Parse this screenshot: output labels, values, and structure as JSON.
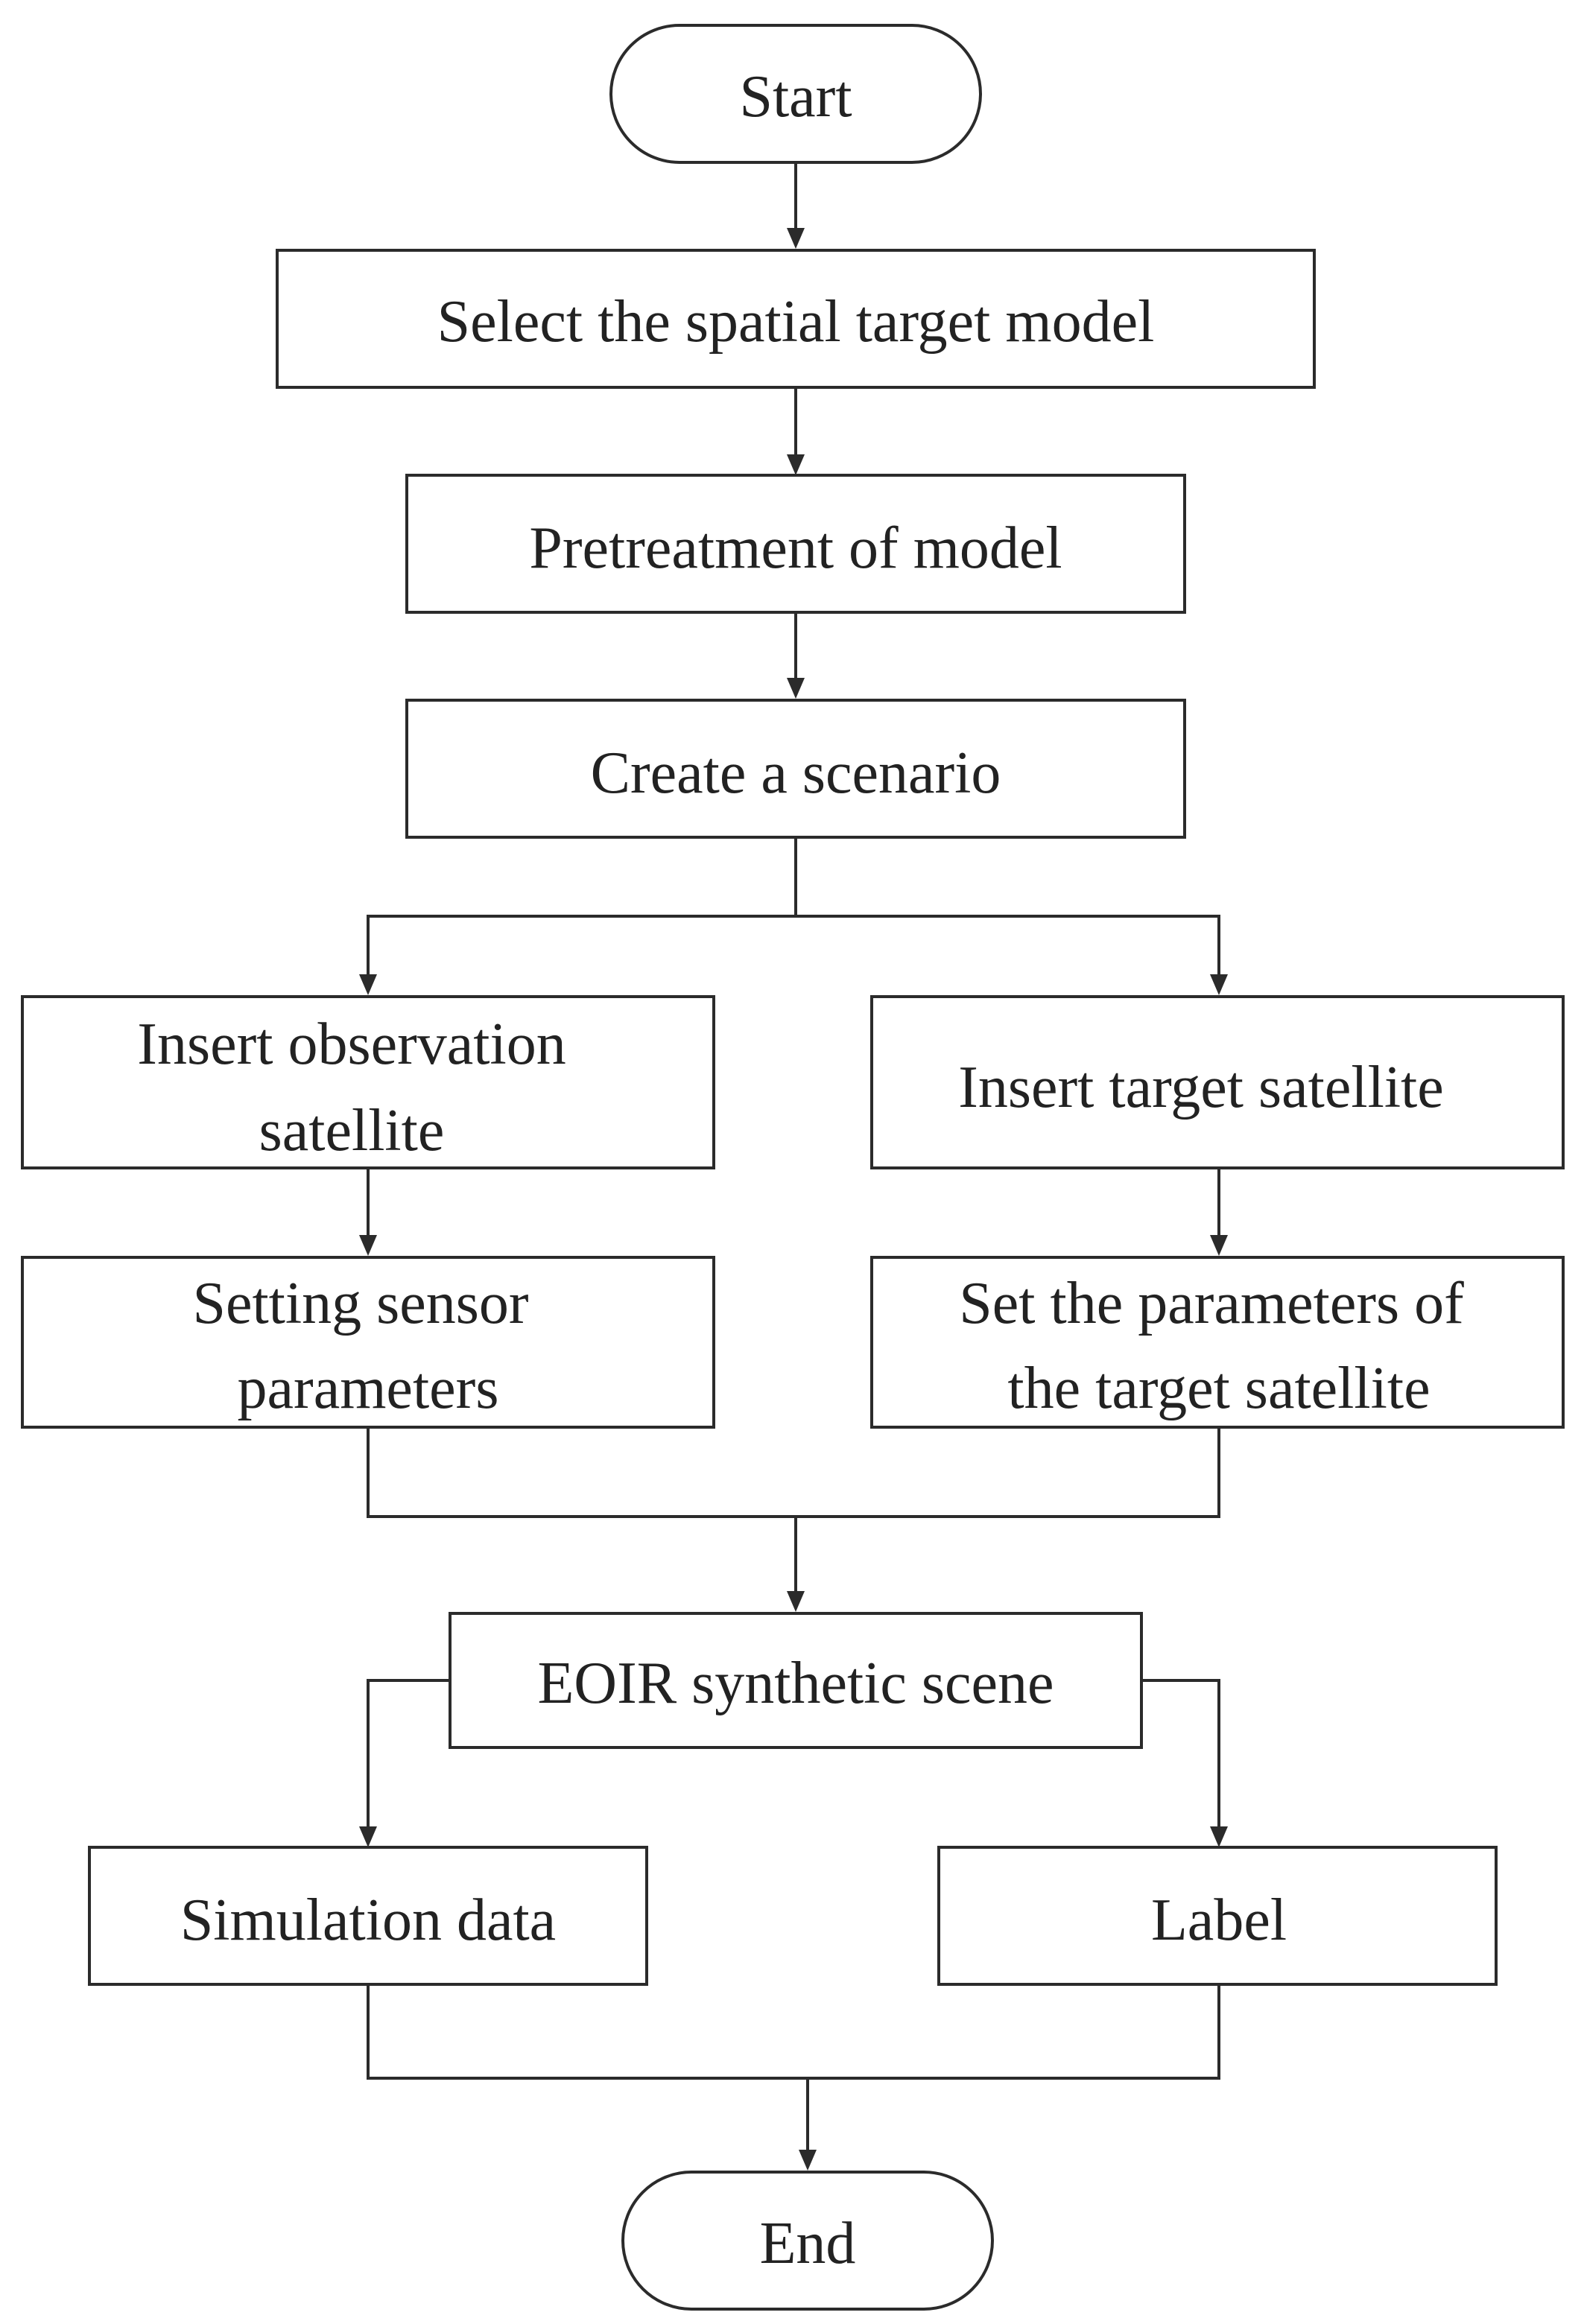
{
  "nodes": {
    "start": {
      "lines": [
        "Start"
      ]
    },
    "select_model": {
      "lines": [
        "Select the spatial target model"
      ]
    },
    "pretreatment": {
      "lines": [
        "Pretreatment of model"
      ]
    },
    "create_scenario": {
      "lines": [
        "Create a scenario"
      ]
    },
    "insert_observation": {
      "lines": [
        "Insert observation",
        "satellite"
      ]
    },
    "insert_target": {
      "lines": [
        "Insert target satellite"
      ]
    },
    "setting_sensor": {
      "lines": [
        "Setting sensor",
        "parameters"
      ]
    },
    "set_target_params": {
      "lines": [
        "Set the parameters of",
        "the target satellite"
      ]
    },
    "eoir_scene": {
      "lines": [
        "EOIR synthetic scene"
      ]
    },
    "simulation_data": {
      "lines": [
        "Simulation data"
      ]
    },
    "label": {
      "lines": [
        "Label"
      ]
    },
    "end": {
      "lines": [
        "End"
      ]
    }
  },
  "colors": {
    "stroke": "#2b2b2b",
    "text": "#222222",
    "background": "#ffffff"
  }
}
